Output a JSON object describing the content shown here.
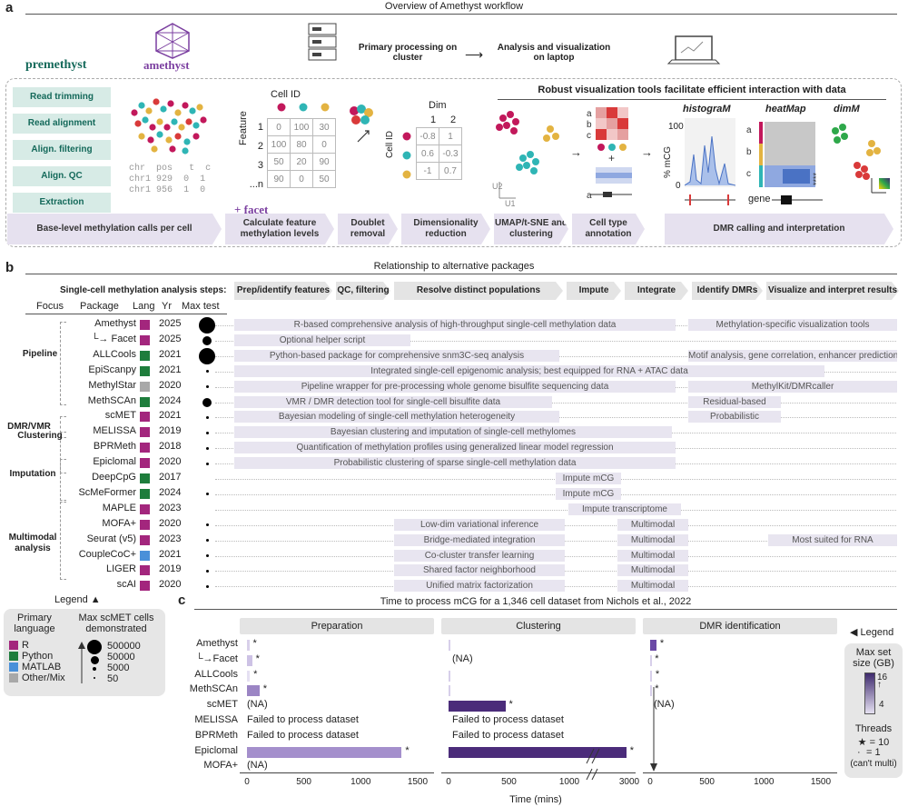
{
  "panel_a": {
    "label": "a",
    "title": "Overview of Amethyst workflow",
    "premethyst_logo": "premethyst",
    "amethyst_logo": "amethyst",
    "cluster_label": "Primary processing on cluster",
    "laptop_label": "Analysis and visualization on laptop",
    "premethyst_steps": [
      "Read trimming",
      "Read alignment",
      "Align. filtering",
      "Align. QC",
      "Extraction"
    ],
    "base_call_label": "Base-level methylation calls per cell",
    "facet_label": "+ facet",
    "viz_title": "Robust visualization tools facilitate efficient interaction with data",
    "cell_id_title": "Cell ID",
    "feature_label": "Feature",
    "dim_label": "Dim",
    "cellid_vert": "Cell ID",
    "calls_table": [
      [
        "chr",
        "pos",
        "t",
        "c"
      ],
      [
        "chr1",
        "929",
        "0",
        "1"
      ],
      [
        "chr1",
        "956",
        "1",
        "0"
      ]
    ],
    "feature_matrix": [
      [
        "0",
        "100",
        "30"
      ],
      [
        "100",
        "80",
        "0"
      ],
      [
        "50",
        "20",
        "90"
      ],
      [
        "90",
        "0",
        "50"
      ]
    ],
    "feature_rows": [
      "1",
      "2",
      "3",
      "...n"
    ],
    "dim_cols": [
      "1",
      "2"
    ],
    "dim_matrix": [
      [
        "-0.8",
        "1"
      ],
      [
        "0.6",
        "-0.3"
      ],
      [
        "-1",
        "0.7"
      ]
    ],
    "umap_labels": [
      "U1",
      "U2"
    ],
    "viz_names": [
      "histograM",
      "heatMap",
      "dimM"
    ],
    "mcg_axis": "% mCG",
    "hist_ticks": [
      "100",
      "0"
    ],
    "heat_rows": [
      "a",
      "b",
      "c"
    ],
    "gene_label": "gene",
    "stars": "****",
    "pipeline_steps": [
      "Calculate feature methylation levels",
      "Doublet removal",
      "Dimensionality reduction",
      "UMAP/t-SNE and clustering",
      "Cell type annotation",
      "DMR calling and interpretation"
    ],
    "colors": {
      "magenta": "#c2185b",
      "teal": "#2fb5b5",
      "gold": "#e3b341",
      "red": "#d93a3a",
      "purple": "#7b3fa0"
    }
  },
  "panel_b": {
    "label": "b",
    "title": "Relationship to alternative packages",
    "steps_header": "Single-cell methylation analysis steps:",
    "steps": [
      "Prep/identify features",
      "QC, filtering",
      "Resolve distinct populations",
      "Impute",
      "Integrate",
      "Identify DMRs",
      "Visualize and interpret results"
    ],
    "col_headers": {
      "focus": "Focus",
      "package": "Package",
      "lang": "Lang",
      "yr": "Yr",
      "max": "Max test"
    },
    "focus_groups": [
      "Pipeline",
      "DMR/VMR",
      "Clustering",
      "Imputation",
      "Multimodal analysis"
    ],
    "packages": [
      {
        "name": "Amethyst",
        "lang": "R",
        "year": "2025",
        "max": 500000
      },
      {
        "name": "Facet",
        "lang": "R",
        "year": "2025",
        "max": 50000
      },
      {
        "name": "ALLCools",
        "lang": "Python",
        "year": "2021",
        "max": 500000
      },
      {
        "name": "EpiScanpy",
        "lang": "Python",
        "year": "2021",
        "max": 50
      },
      {
        "name": "MethylStar",
        "lang": "Other/Mix",
        "year": "2020",
        "max": 50
      },
      {
        "name": "MethSCAn",
        "lang": "Python",
        "year": "2024",
        "max": 50000
      },
      {
        "name": "scMET",
        "lang": "R",
        "year": "2021",
        "max": 50
      },
      {
        "name": "MELISSA",
        "lang": "R",
        "year": "2019",
        "max": 50
      },
      {
        "name": "BPRMeth",
        "lang": "R",
        "year": "2018",
        "max": 50
      },
      {
        "name": "Epiclomal",
        "lang": "R",
        "year": "2020",
        "max": 50
      },
      {
        "name": "DeepCpG",
        "lang": "Python",
        "year": "2017",
        "max": 0
      },
      {
        "name": "ScMeFormer",
        "lang": "Python",
        "year": "2024",
        "max": 50
      },
      {
        "name": "MAPLE",
        "lang": "R",
        "year": "2023",
        "max": 0
      },
      {
        "name": "MOFA+",
        "lang": "R",
        "year": "2020",
        "max": 50
      },
      {
        "name": "Seurat (v5)",
        "lang": "R",
        "year": "2023",
        "max": 50
      },
      {
        "name": "CoupleCoC+",
        "lang": "MATLAB",
        "year": "2021",
        "max": 50
      },
      {
        "name": "LIGER",
        "lang": "R",
        "year": "2019",
        "max": 50
      },
      {
        "name": "scAI",
        "lang": "R",
        "year": "2020",
        "max": 50
      }
    ],
    "descriptions": [
      [
        "R-based comprehensive analysis of high-throughput single-cell methylation data",
        "Methylation-specific visualization tools"
      ],
      [
        "Optional helper script"
      ],
      [
        "Python-based package for comprehensive snm3C-seq analysis",
        "Motif analysis, gene correlation, enhancer prediction"
      ],
      [
        "Integrated single-cell epigenomic analysis; best equipped for RNA + ATAC data"
      ],
      [
        "Pipeline wrapper for pre-processing whole genome bisulfite sequencing data",
        "MethylKit/DMRcaller"
      ],
      [
        "VMR / DMR detection tool for single-cell bisulfite data",
        "Residual-based"
      ],
      [
        "Bayesian modeling of single-cell methylation heterogeneity",
        "Probabilistic"
      ],
      [
        "Bayesian clustering and imputation of single-cell methylomes"
      ],
      [
        "Quantification of methylation profiles using generalized linear model regression"
      ],
      [
        "Probabilistic clustering of sparse single-cell methylation data"
      ],
      [
        "Impute mCG"
      ],
      [
        "Impute mCG"
      ],
      [
        "Impute transcriptome"
      ],
      [
        "Low-dim variational inference",
        "Multimodal"
      ],
      [
        "Bridge-mediated integration",
        "Multimodal",
        "Most suited for RNA"
      ],
      [
        "Co-cluster transfer learning",
        "Multimodal"
      ],
      [
        "Shared factor neighborhood",
        "Multimodal"
      ],
      [
        "Unified matrix factorization",
        "Multimodal"
      ]
    ],
    "legend": {
      "title": "Legend ▲",
      "lang_title": "Primary language",
      "langs": [
        {
          "name": "R",
          "color": "#a3267d"
        },
        {
          "name": "Python",
          "color": "#1e7d3c"
        },
        {
          "name": "MATLAB",
          "color": "#4a90d9"
        },
        {
          "name": "Other/Mix",
          "color": "#a8a8a8"
        }
      ],
      "size_title": "Max scMET cells demonstrated",
      "sizes": [
        "500000",
        "50000",
        "5000",
        "50"
      ]
    }
  },
  "panel_c": {
    "label": "c",
    "title": "Time to process mCG for a 1,346 cell dataset from Nichols et al., 2022",
    "panels": [
      "Preparation",
      "Clustering",
      "DMR identification"
    ],
    "xlabel": "Time (mins)",
    "packages": [
      "Amethyst",
      "Facet",
      "ALLCools",
      "MethSCAn",
      "scMET",
      "MELISSA",
      "BPRMeth",
      "Epiclomal",
      "MOFA+"
    ],
    "na_text": "(NA)",
    "fail_text": "Failed to process dataset",
    "legend_title": "◀ Legend",
    "maxset_title": "Max set size (GB)",
    "maxset_ticks": [
      "16",
      "4"
    ],
    "threads_title": "Threads",
    "threads_star": "★ = 10",
    "threads_one": "= 1",
    "threads_note": "(can't multi)",
    "prep_ticks": [
      "0",
      "500",
      "1000",
      "1500"
    ],
    "clust_ticks": [
      "0",
      "500",
      "1000",
      "3000"
    ],
    "dmr_ticks": [
      "0",
      "500",
      "1000",
      "1500"
    ]
  },
  "chart_data": {
    "type": "bar",
    "title": "Time to process mCG for a 1,346 cell dataset from Nichols et al., 2022",
    "xlabel": "Time (mins)",
    "categories": [
      "Amethyst",
      "Facet",
      "ALLCools",
      "MethSCAn",
      "scMET",
      "MELISSA",
      "BPRMeth",
      "Epiclomal",
      "MOFA+"
    ],
    "series": [
      {
        "name": "Preparation",
        "values": [
          20,
          45,
          25,
          110,
          null,
          null,
          null,
          1360,
          null
        ]
      },
      {
        "name": "Clustering",
        "values": [
          5,
          null,
          5,
          5,
          470,
          null,
          null,
          2900,
          null
        ]
      },
      {
        "name": "DMR identification",
        "values": [
          55,
          10,
          15,
          10,
          null,
          null,
          null,
          null,
          null
        ]
      }
    ]
  }
}
